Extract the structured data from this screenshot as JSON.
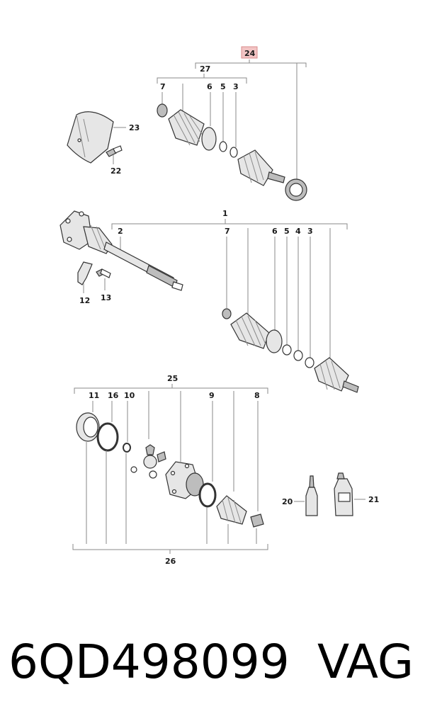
{
  "labels": {
    "l24": "24",
    "l27": "27",
    "l7a": "7",
    "l6a": "6",
    "l5a": "5",
    "l3a": "3",
    "l23": "23",
    "l22": "22",
    "l1": "1",
    "l2": "2",
    "l7b": "7",
    "l6b": "6",
    "l5b": "5",
    "l4": "4",
    "l3b": "3",
    "l12": "12",
    "l13": "13",
    "l25": "25",
    "l11": "11",
    "l16": "16",
    "l10": "10",
    "l9": "9",
    "l8": "8",
    "l20": "20",
    "l21": "21",
    "l26": "26"
  },
  "caption": {
    "part_number": "6QD498099",
    "brand": "VAG"
  },
  "colors": {
    "highlight_box": "#f2c4c4",
    "highlight_text": "#c0392b"
  }
}
